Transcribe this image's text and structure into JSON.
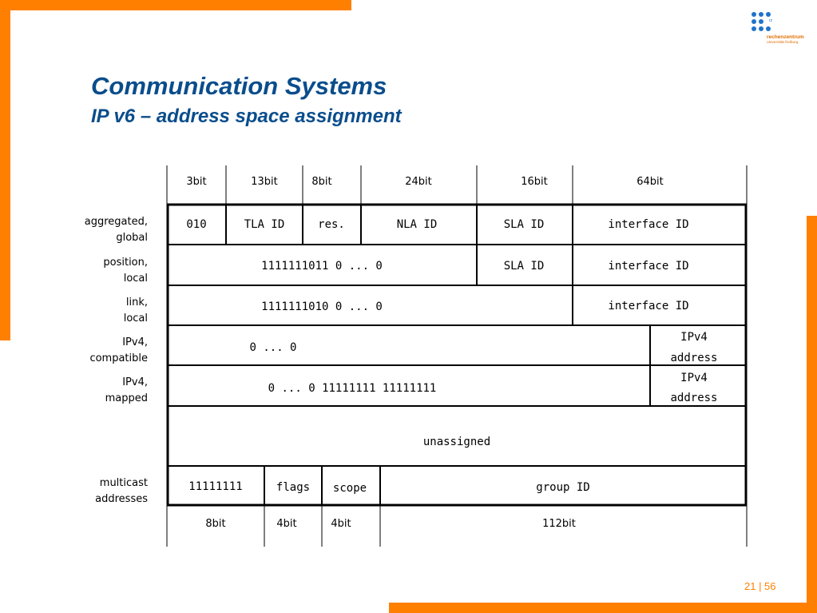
{
  "slide": {
    "title": "Communication Systems",
    "subtitle": "IP v6 – address space assignment",
    "page": "21 | 56"
  },
  "logo": {
    "small_text": "rz",
    "line1": "rechenzentrum",
    "line2": "universität freiburg",
    "color": "#1f73c9",
    "text_color": "#e36d00"
  },
  "colors": {
    "accent": "#ff8000",
    "title": "#0a4d8c"
  },
  "diagram": {
    "top_bits": [
      "3bit",
      "13bit",
      "8bit",
      "24bit",
      "16bit",
      "64bit"
    ],
    "bottom_bits": [
      "8bit",
      "4bit",
      "4bit",
      "112bit"
    ],
    "rows": [
      {
        "label": [
          "aggregated,",
          "global"
        ],
        "cells": [
          "010",
          "TLA ID",
          "res.",
          "NLA ID",
          "SLA ID",
          "interface ID"
        ]
      },
      {
        "label": [
          "position,",
          "local"
        ],
        "cells": [
          "1111111011 0 ... 0",
          "SLA ID",
          "interface ID"
        ]
      },
      {
        "label": [
          "link,",
          "local"
        ],
        "cells": [
          "1111111010 0 ... 0",
          "interface ID"
        ]
      },
      {
        "label": [
          "IPv4,",
          "compatible"
        ],
        "cells": [
          "0 ... 0",
          [
            "IPv4",
            "address"
          ]
        ]
      },
      {
        "label": [
          "IPv4,",
          "mapped"
        ],
        "cells": [
          "0 ... 0 11111111 11111111",
          [
            "IPv4",
            "address"
          ]
        ]
      },
      {
        "label": [],
        "cells": [
          "unassigned"
        ]
      },
      {
        "label": [
          "multicast",
          "addresses"
        ],
        "cells": [
          "11111111",
          "flags",
          "scope",
          "group ID"
        ]
      }
    ]
  }
}
